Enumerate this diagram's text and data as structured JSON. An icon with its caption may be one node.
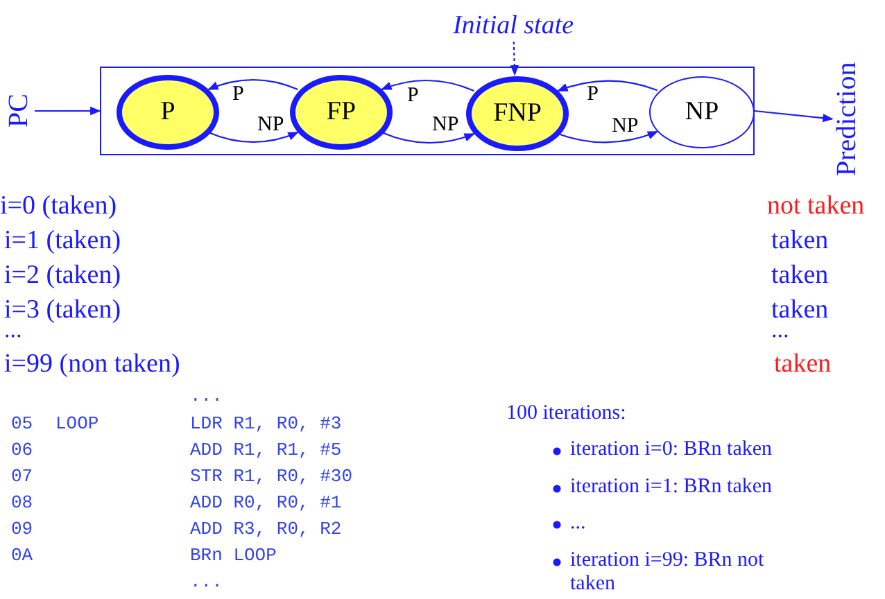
{
  "diagram": {
    "nodes": [
      {
        "text": [
          "Initial state"
        ]
      },
      {
        "text": [
          "PC"
        ]
      },
      {
        "text": [],
        "shape": "box"
      },
      {
        "text": [
          "P"
        ],
        "in": 2
      },
      {
        "text": [
          "FP"
        ],
        "in": 2
      },
      {
        "text": [
          "FNP"
        ],
        "in": 2
      },
      {
        "text": [
          "NP"
        ],
        "in": 2
      },
      {
        "text": [
          "Prediction"
        ]
      }
    ],
    "edges": [
      {
        "from": 1,
        "to": 2,
        "arrow": "to"
      },
      {
        "from": 4,
        "to": 3,
        "arrow": "to",
        "label": "P"
      },
      {
        "from": 3,
        "to": 4,
        "arrow": "to",
        "label": "NP"
      },
      {
        "from": 5,
        "to": 4,
        "arrow": "to",
        "label": "P"
      },
      {
        "from": 4,
        "to": 5,
        "arrow": "to",
        "label": "NP"
      },
      {
        "from": 6,
        "to": 5,
        "arrow": "to",
        "label": "P"
      },
      {
        "from": 5,
        "to": 6,
        "arrow": "to",
        "label": "NP"
      },
      {
        "from": 2,
        "to": 7,
        "arrow": "to"
      },
      {
        "from": 0,
        "to": 5,
        "arrow": "to",
        "style": "dashed"
      }
    ],
    "labels": [
      "i=0 (taken)",
      "not taken",
      "i=1 (taken)",
      "taken",
      "i=2 (taken)",
      "taken",
      "i=3 (taken)",
      "taken",
      "...",
      "...",
      "i=99 (non taken)",
      "taken",
      "...",
      "05",
      "LOOP",
      "LDR R1, R0, #3",
      "06",
      "ADD R1, R1, #5",
      "07",
      "STR R1, R0, #30",
      "08",
      "ADD R0, R0, #1",
      "09",
      "ADD R3, R0, R2",
      "0A",
      "BRn LOOP",
      "...",
      "100 iterations:",
      "iteration i=0: BRn taken",
      "iteration i=1: BRn taken",
      "...",
      "iteration i=99: BRn not taken"
    ]
  }
}
